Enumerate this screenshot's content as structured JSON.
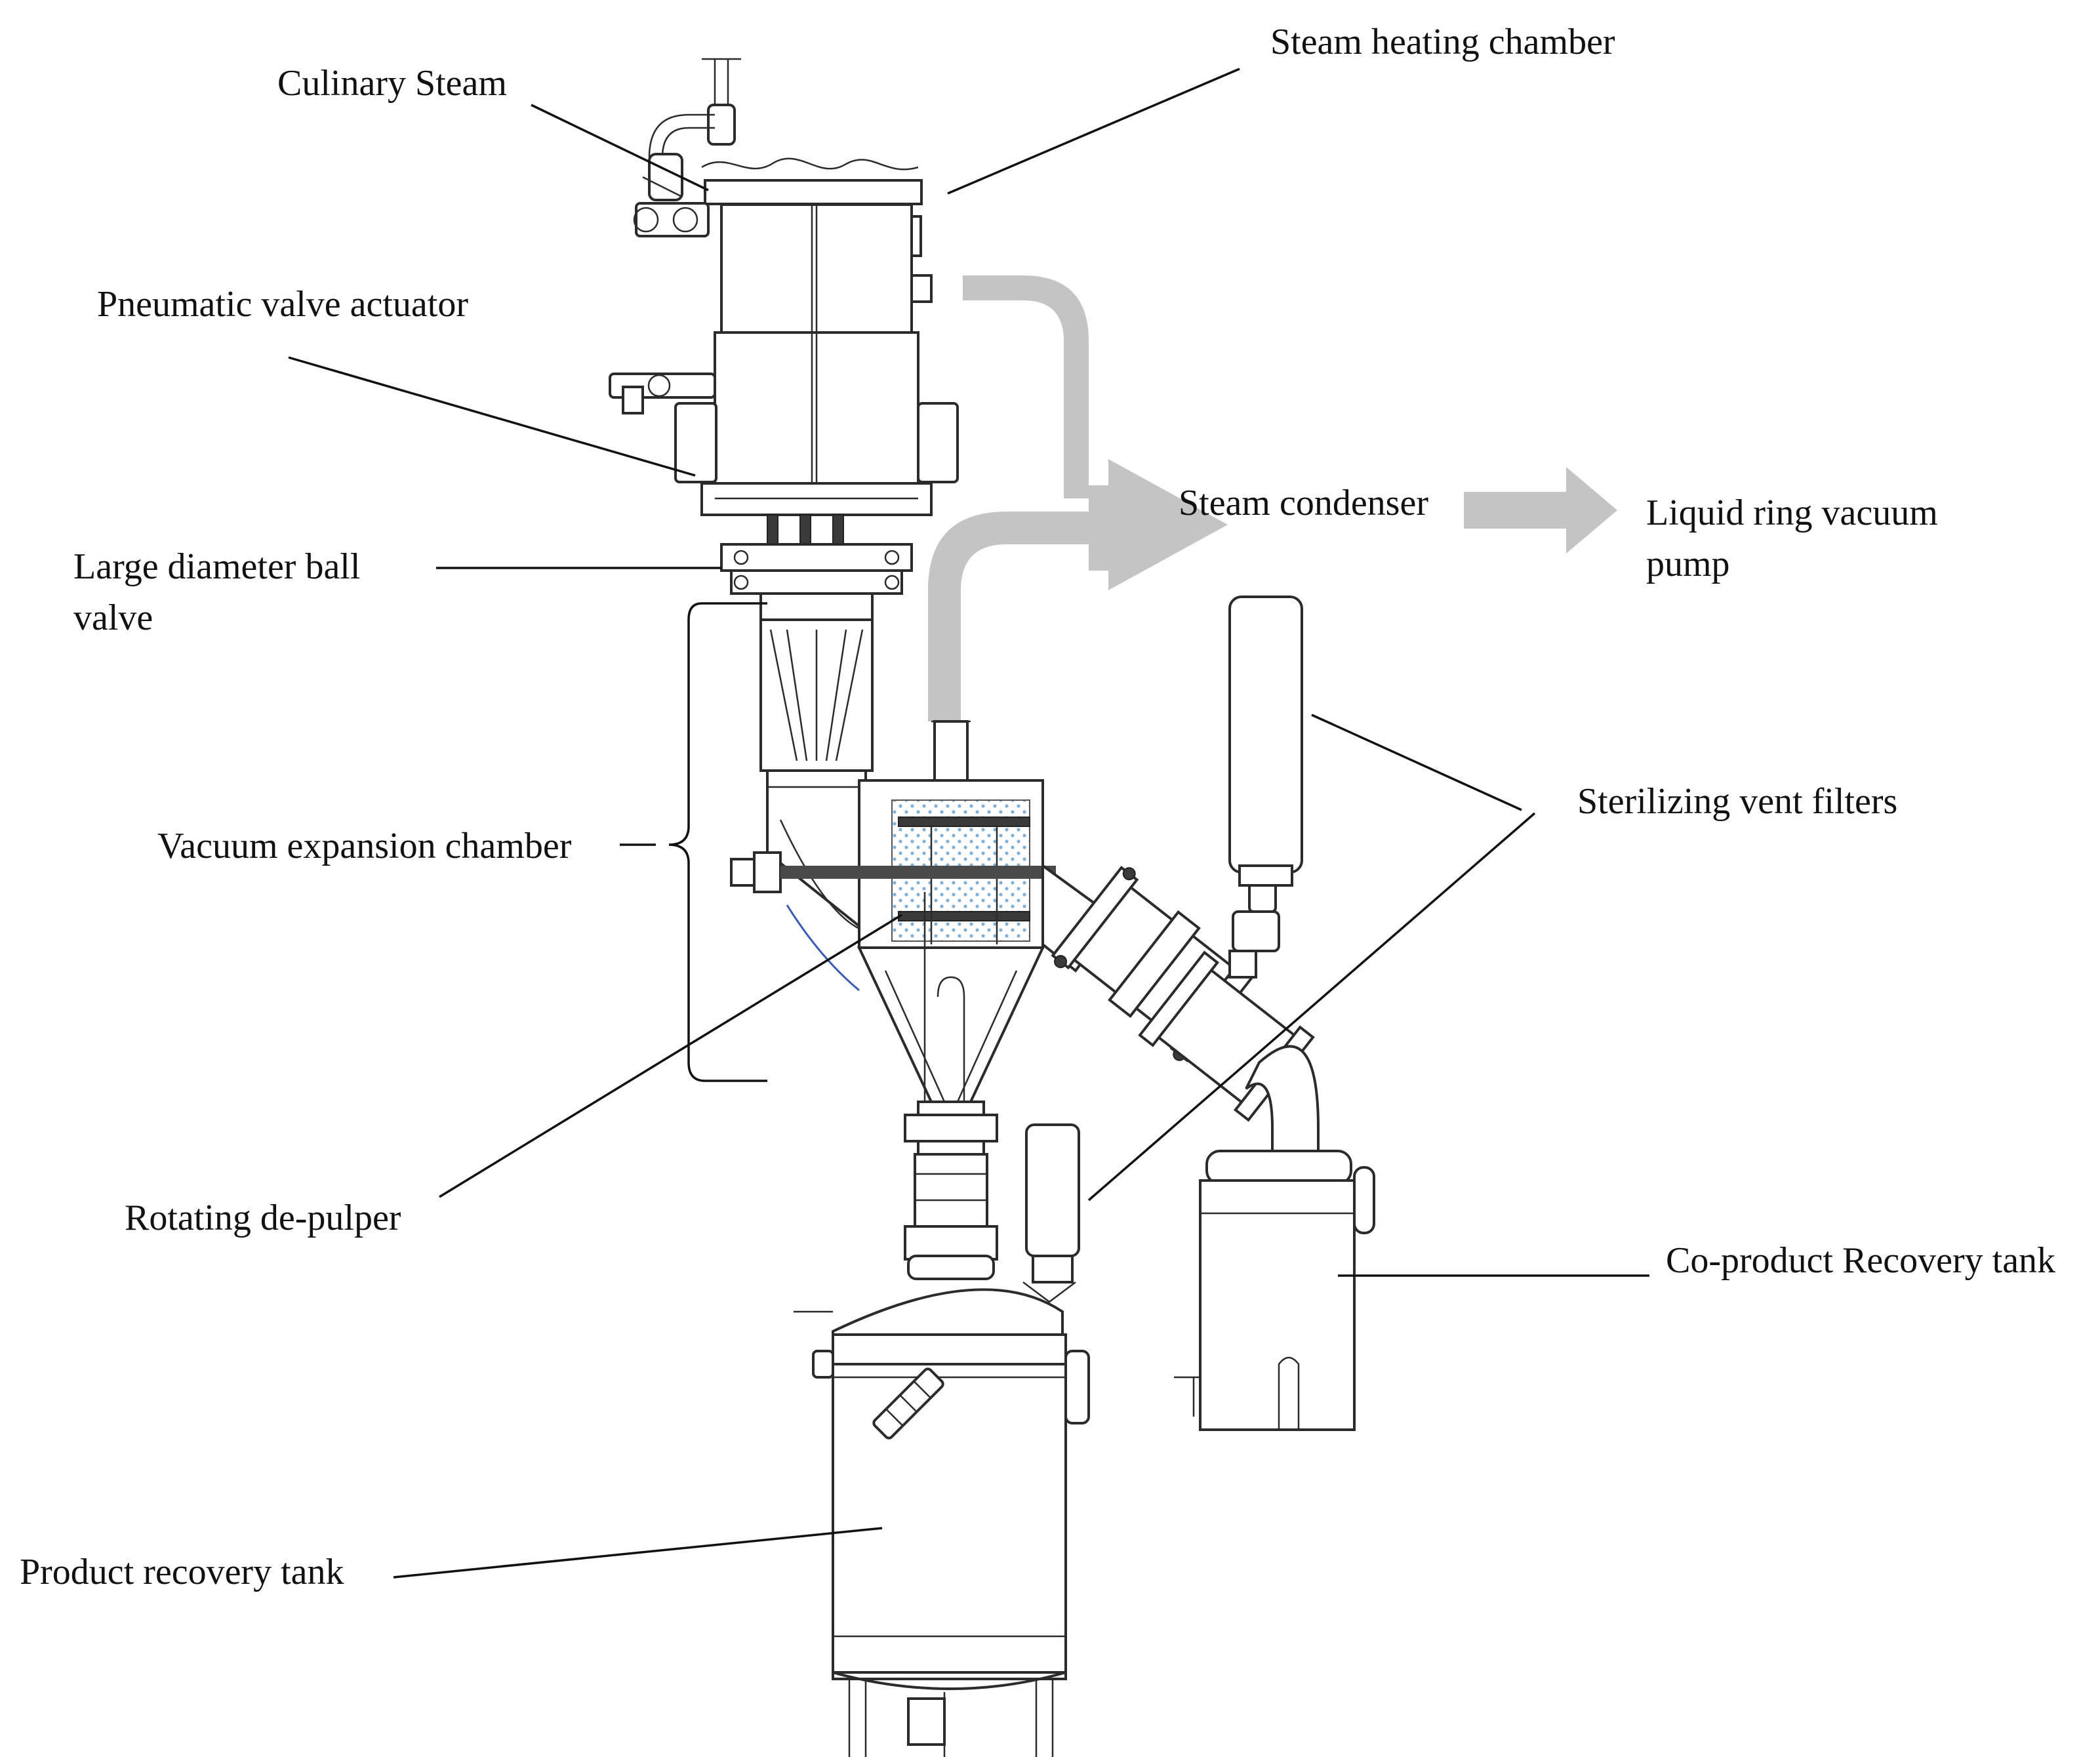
{
  "labels": {
    "culinary_steam": "Culinary Steam",
    "steam_heating_chamber": "Steam heating chamber",
    "pneumatic_valve_actuator": "Pneumatic valve actuator",
    "large_ball_valve_line1": "Large diameter ball",
    "large_ball_valve_line2": "valve",
    "steam_condenser": "Steam condenser",
    "liquid_ring_line1": "Liquid ring vacuum",
    "liquid_ring_line2": "pump",
    "vacuum_expansion_chamber": "Vacuum expansion chamber",
    "sterilizing_vent_filters": "Sterilizing vent filters",
    "rotating_de_pulper": "Rotating de-pulper",
    "co_product_recovery_tank": "Co-product Recovery tank",
    "product_recovery_tank": "Product recovery tank"
  },
  "colors": {
    "flow_arrow": "#c4c4c4",
    "line": "#2b2b2b",
    "text": "#111111",
    "screen_dots": "#7fb0d6",
    "shaft": "#4a4a4a",
    "accent_line": "#3b5bb5"
  }
}
